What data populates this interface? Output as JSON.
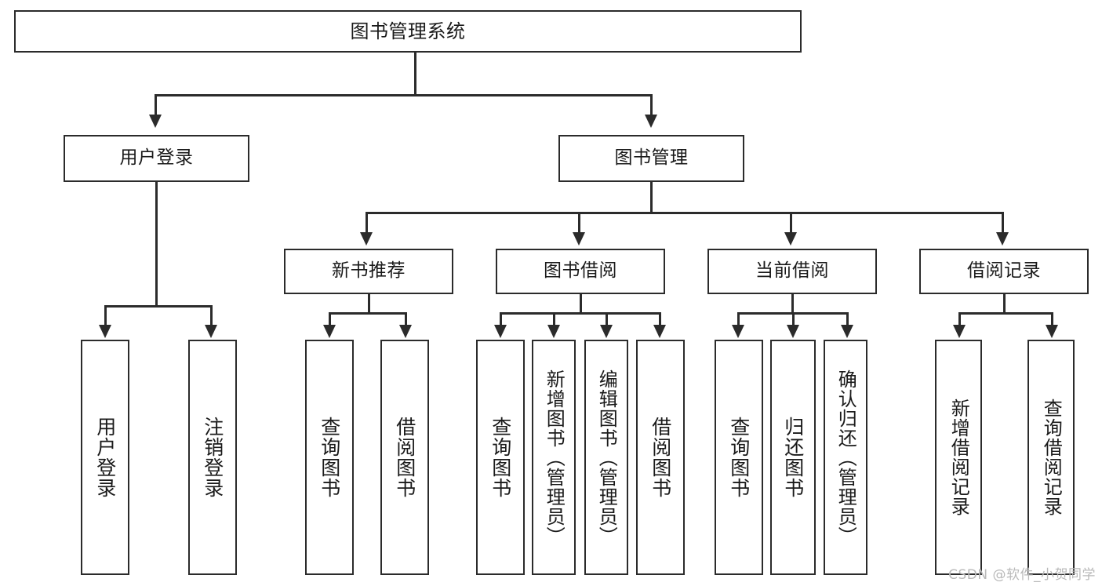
{
  "diagram": {
    "type": "tree-hierarchy-chart",
    "title": "图书管理系统",
    "colors": {
      "line": "#2b2b2b",
      "box_fill": "#ffffff",
      "text": "#1a1a1a",
      "watermark": "#b9b9b9",
      "background": "#ffffff"
    },
    "root": {
      "label": "图书管理系统"
    },
    "level2": [
      {
        "label": "用户登录"
      },
      {
        "label": "图书管理"
      }
    ],
    "level3": [
      {
        "label": "新书推荐"
      },
      {
        "label": "图书借阅"
      },
      {
        "label": "当前借阅"
      },
      {
        "label": "借阅记录"
      }
    ],
    "leaves": {
      "user_login": [
        {
          "label": "用户登录"
        },
        {
          "label": "注销登录"
        }
      ],
      "new_book_recommend": [
        {
          "label": "查询图书"
        },
        {
          "label": "借阅图书"
        }
      ],
      "book_borrow": [
        {
          "label": "查询图书"
        },
        {
          "label": "新增图书（管理员）"
        },
        {
          "label": "编辑图书（管理员）"
        },
        {
          "label": "借阅图书"
        }
      ],
      "current_borrow": [
        {
          "label": "查询图书"
        },
        {
          "label": "归还图书"
        },
        {
          "label": "确认归还（管理员）"
        }
      ],
      "borrow_record": [
        {
          "label": "新增借阅记录"
        },
        {
          "label": "查询借阅记录"
        }
      ]
    },
    "watermark": "CSDN @软件_小贺同学"
  }
}
